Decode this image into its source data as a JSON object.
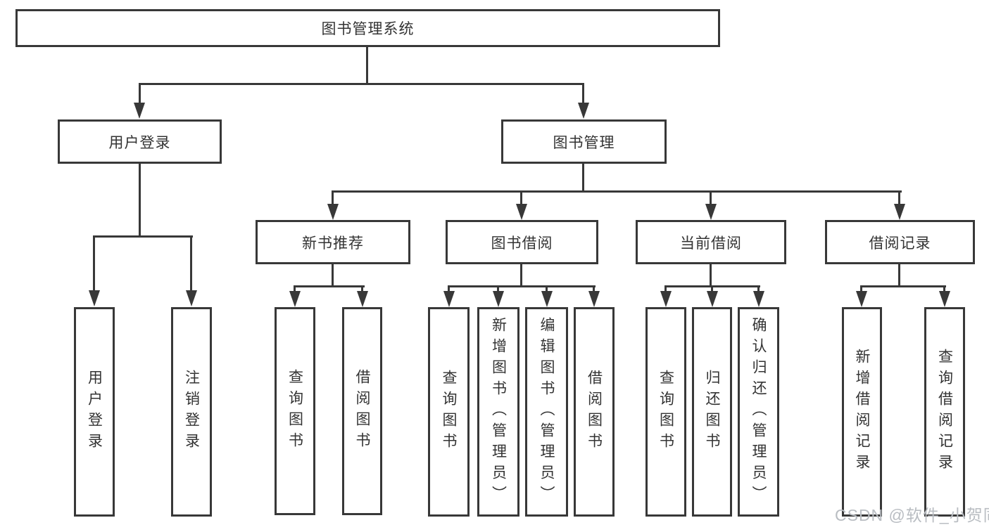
{
  "diagram": {
    "title": "图书管理系统",
    "type": "hierarchy-tree",
    "colors": {
      "line": "#383838",
      "border": "#383838",
      "text": "#333333",
      "background": "#ffffff",
      "watermark": "#b9bdc2"
    },
    "nodes": {
      "root": {
        "label": "图书管理系统"
      },
      "level2": [
        {
          "label": "用户登录"
        },
        {
          "label": "图书管理"
        }
      ],
      "level3": [
        {
          "label": "新书推荐",
          "parent": "图书管理"
        },
        {
          "label": "图书借阅",
          "parent": "图书管理"
        },
        {
          "label": "当前借阅",
          "parent": "图书管理"
        },
        {
          "label": "借阅记录",
          "parent": "图书管理"
        }
      ],
      "leaves": [
        {
          "label": "用户登录",
          "parent": "用户登录"
        },
        {
          "label": "注销登录",
          "parent": "用户登录"
        },
        {
          "label": "查询图书",
          "parent": "新书推荐"
        },
        {
          "label": "借阅图书",
          "parent": "新书推荐"
        },
        {
          "label": "查询图书",
          "parent": "图书借阅"
        },
        {
          "label": "新增图书（管理员）",
          "parent": "图书借阅"
        },
        {
          "label": "编辑图书（管理员）",
          "parent": "图书借阅"
        },
        {
          "label": "借阅图书",
          "parent": "图书借阅"
        },
        {
          "label": "查询图书",
          "parent": "当前借阅"
        },
        {
          "label": "归还图书",
          "parent": "当前借阅"
        },
        {
          "label": "确认归还（管理员）",
          "parent": "当前借阅"
        },
        {
          "label": "新增借阅记录",
          "parent": "借阅记录"
        },
        {
          "label": "查询借阅记录",
          "parent": "借阅记录"
        }
      ]
    },
    "watermark": {
      "text": "CSDN @软件_小贺同学"
    }
  }
}
